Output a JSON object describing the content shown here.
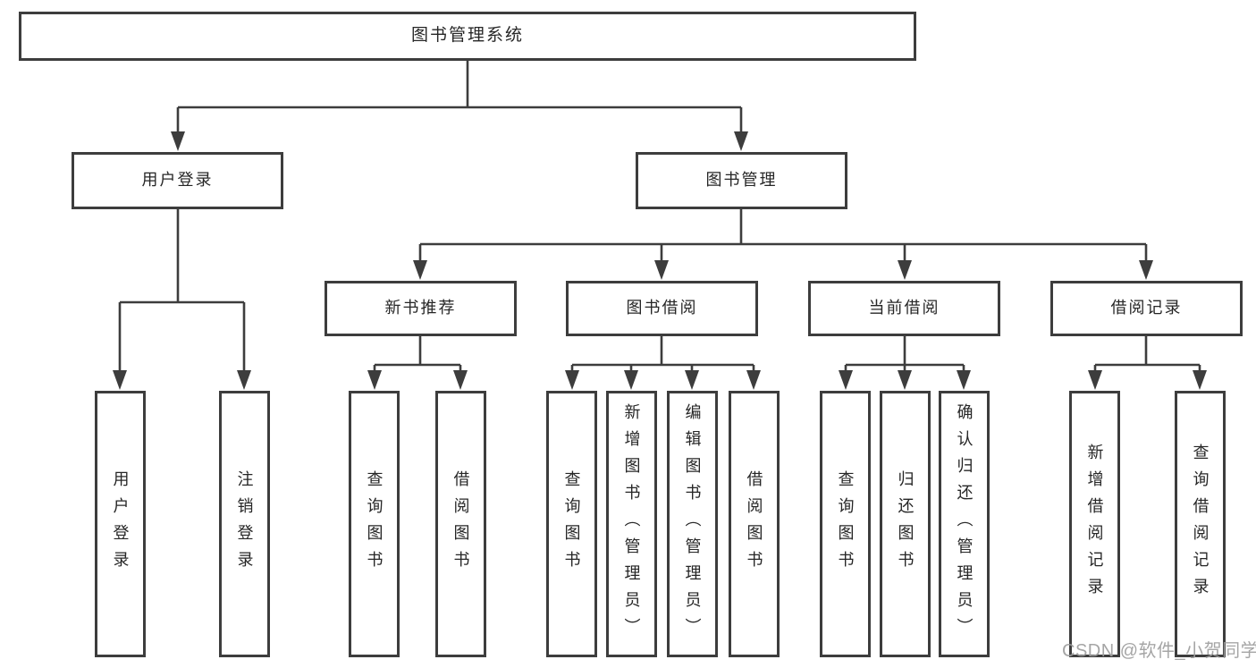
{
  "diagram_title": "图书管理系统",
  "nodes": {
    "root": {
      "label": "图书管理系统"
    },
    "userLogin": {
      "label": "用户登录"
    },
    "bookMgmt": {
      "label": "图书管理"
    },
    "newBookRec": {
      "label": "新书推荐"
    },
    "bookBorrow": {
      "label": "图书借阅"
    },
    "currentBorrow": {
      "label": "当前借阅"
    },
    "borrowRecords": {
      "label": "借阅记录"
    },
    "leafUserLogin": {
      "label": "用户登录"
    },
    "leafLogout": {
      "label": "注销登录"
    },
    "leafQueryBooksRec": {
      "label": "查询图书"
    },
    "leafBorrowBooksRec": {
      "label": "借阅图书"
    },
    "leafQueryBooksBorrow": {
      "label": "查询图书"
    },
    "leafAddBookAdmin": {
      "label": "新增图书（管理员）"
    },
    "leafEditBookAdmin": {
      "label": "编辑图书（管理员）"
    },
    "leafBorrowBooksBorrow": {
      "label": "借阅图书"
    },
    "leafQueryBooksCurrent": {
      "label": "查询图书"
    },
    "leafReturnBook": {
      "label": "归还图书"
    },
    "leafConfirmReturnAdmin": {
      "label": "确认归还（管理员）"
    },
    "leafAddBorrowRecord": {
      "label": "新增借阅记录"
    },
    "leafQueryBorrowRecord": {
      "label": "查询借阅记录"
    }
  },
  "hierarchy": {
    "图书管理系统": {
      "用户登录": [
        "用户登录",
        "注销登录"
      ],
      "图书管理": {
        "新书推荐": [
          "查询图书",
          "借阅图书"
        ],
        "图书借阅": [
          "查询图书",
          "新增图书（管理员）",
          "编辑图书（管理员）",
          "借阅图书"
        ],
        "当前借阅": [
          "查询图书",
          "归还图书",
          "确认归还（管理员）"
        ],
        "借阅记录": [
          "新增借阅记录",
          "查询借阅记录"
        ]
      }
    }
  },
  "watermark": {
    "text": "CSDN @软件_小贺同学"
  },
  "colors": {
    "line": "#3d3d3d",
    "text": "#262626",
    "watermark": "#9e9e9e",
    "background": "#ffffff"
  }
}
